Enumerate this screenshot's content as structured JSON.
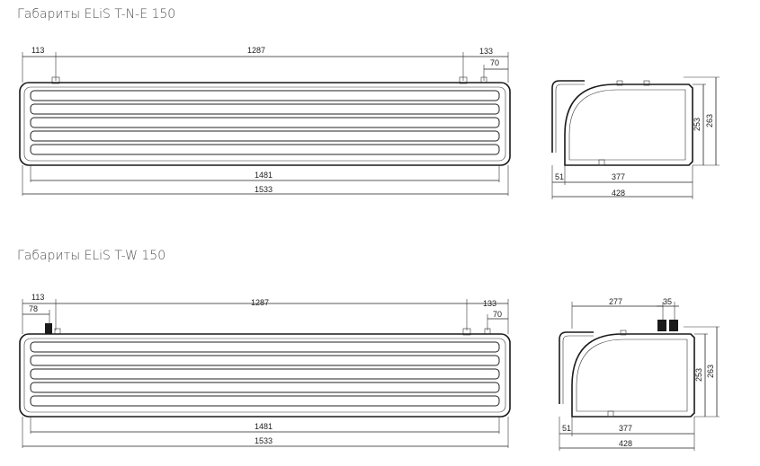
{
  "sections": [
    {
      "title": "Габариты ELiS T-N-E 150",
      "front": {
        "d113": "113",
        "d1287": "1287",
        "d133": "133",
        "d70": "70",
        "d1481": "1481",
        "d1533": "1533"
      },
      "side": {
        "d253": "253",
        "d263": "263",
        "d51": "51",
        "d377": "377",
        "d428": "428"
      }
    },
    {
      "title": "Габариты ELiS T-W 150",
      "front": {
        "d113": "113",
        "d78": "78",
        "d1287": "1287",
        "d133": "133",
        "d70": "70",
        "d1481": "1481",
        "d1533": "1533"
      },
      "side": {
        "d277": "277",
        "d35": "35",
        "d253": "253",
        "d263": "263",
        "d51": "51",
        "d377": "377",
        "d428": "428"
      }
    }
  ]
}
